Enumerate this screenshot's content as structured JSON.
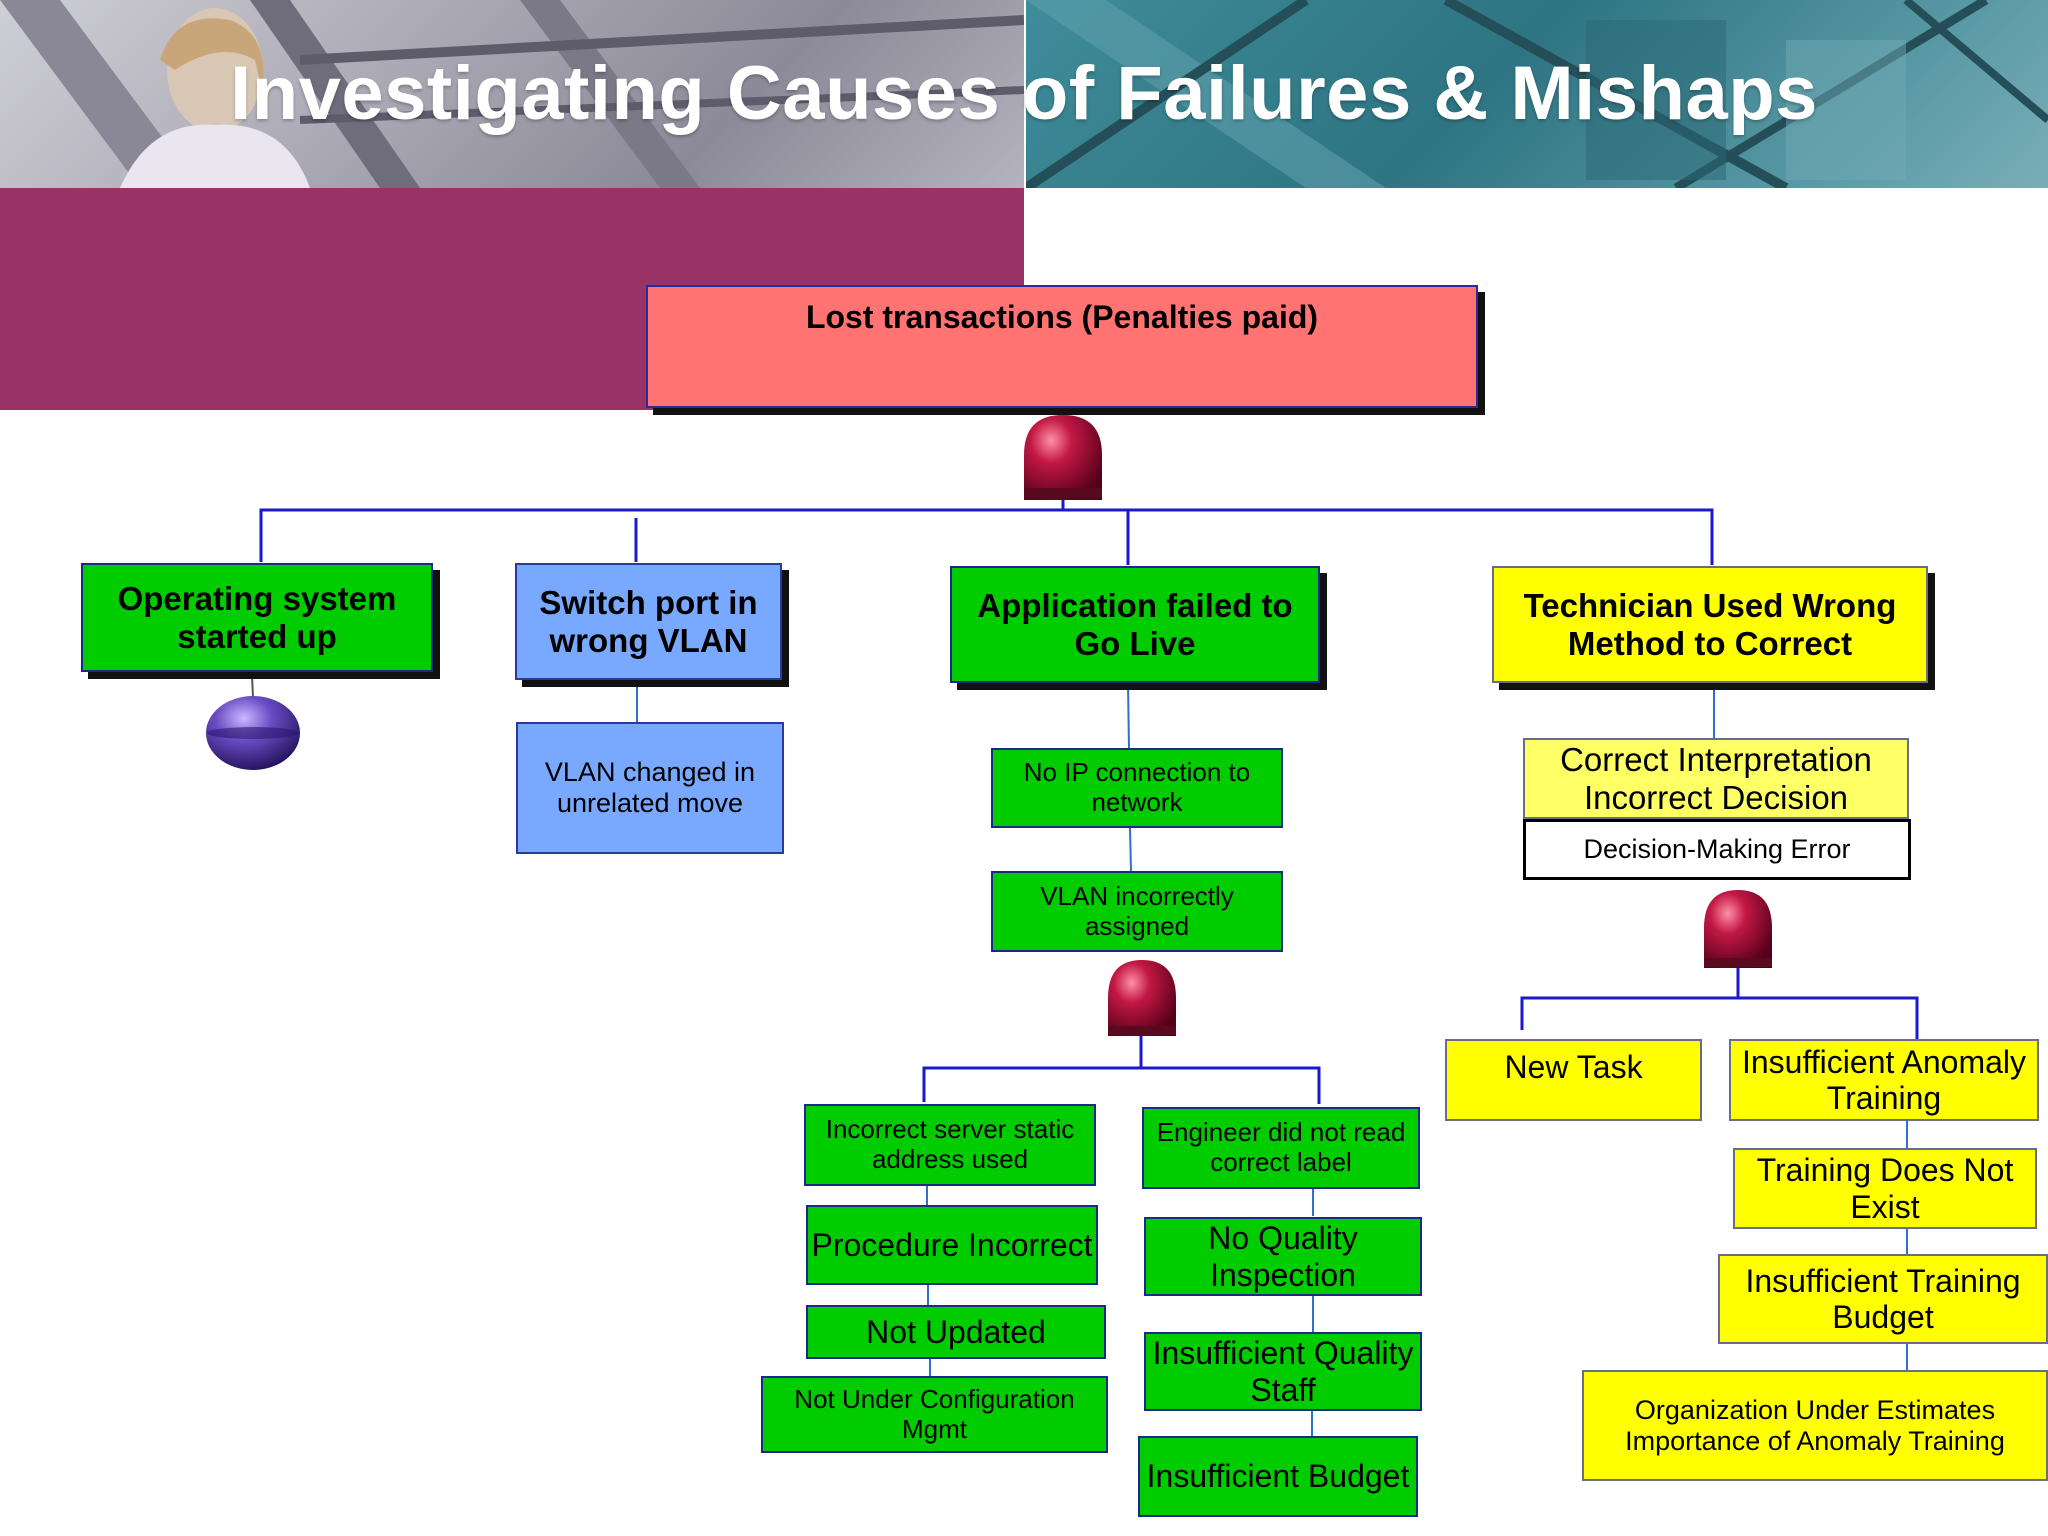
{
  "title": "Investigating Causes of Failures & Mishaps",
  "top_event": "Lost transactions (Penalties paid)",
  "level1": {
    "os": "Operating system started up",
    "switch": "Switch port in wrong VLAN",
    "app": "Application failed to Go Live",
    "tech": "Technician Used Wrong Method to Correct"
  },
  "switch_branch": {
    "vlan_changed": "VLAN changed in unrelated move"
  },
  "app_branch": {
    "no_ip": "No IP connection to network",
    "vlan_incorrect": "VLAN incorrectly assigned",
    "left": [
      "Incorrect server static address used",
      "Procedure Incorrect",
      "Not Updated",
      "Not Under Configuration Mgmt"
    ],
    "right": [
      "Engineer did not read correct label",
      "No Quality Inspection",
      "Insufficient Quality Staff",
      "Insufficient Budget"
    ]
  },
  "tech_branch": {
    "interpretation": "Correct Interpretation Incorrect Decision",
    "decision_error": "Decision-Making Error",
    "new_task": "New Task",
    "chain": [
      "Insufficient Anomaly Training",
      "Training Does Not Exist",
      "Insufficient Training Budget",
      "Organization Under Estimates Importance of Anomaly Training"
    ]
  },
  "colors": {
    "band": "#993366",
    "green": "#00cc00",
    "yellow": "#ffff00",
    "blue": "#79a8ff",
    "pink": "#ff7373",
    "gate": "#b3113a",
    "undeveloped": "#5a3d9a",
    "line": "#1a1acc"
  }
}
